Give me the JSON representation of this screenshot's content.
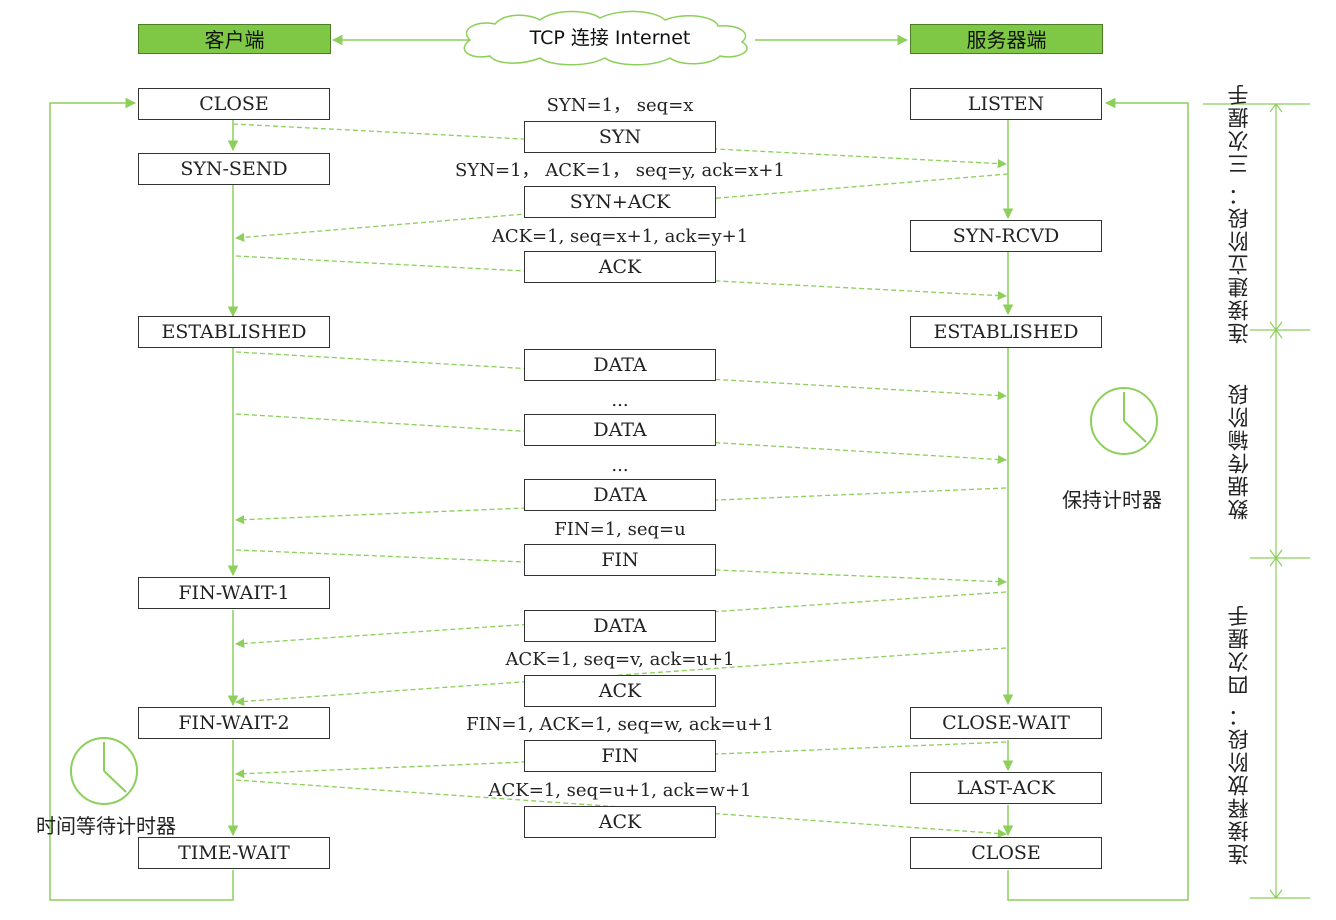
{
  "headers": {
    "client": "客户端",
    "network": "TCP 连接 Internet",
    "server": "服务器端"
  },
  "client_states": [
    "CLOSE",
    "SYN-SEND",
    "ESTABLISHED",
    "FIN-WAIT-1",
    "FIN-WAIT-2",
    "TIME-WAIT"
  ],
  "server_states": [
    "LISTEN",
    "SYN-RCVD",
    "ESTABLISHED",
    "CLOSE-WAIT",
    "LAST-ACK",
    "CLOSE"
  ],
  "messages": [
    "SYN",
    "SYN+ACK",
    "ACK",
    "DATA",
    "DATA",
    "DATA",
    "FIN",
    "DATA",
    "ACK",
    "FIN",
    "ACK"
  ],
  "message_labels": [
    "SYN=1， seq=x",
    "SYN=1， ACK=1， seq=y, ack=x+1",
    "ACK=1, seq=x+1, ack=y+1",
    "FIN=1, seq=u",
    "ACK=1, seq=v, ack=u+1",
    "FIN=1, ACK=1, seq=w, ack=u+1",
    "ACK=1, seq=u+1, ack=w+1"
  ],
  "ellipsis": [
    "...",
    "..."
  ],
  "timers": {
    "server": "保持计时器",
    "client": "时间等待计时器"
  },
  "phases": [
    "连接建立阶段： 三次握手",
    "数据传输阶段",
    "连接释放阶段： 四次握手"
  ],
  "colors": {
    "accent": "#7ec845",
    "arrow": "#8ccf5a",
    "text": "#222222"
  }
}
